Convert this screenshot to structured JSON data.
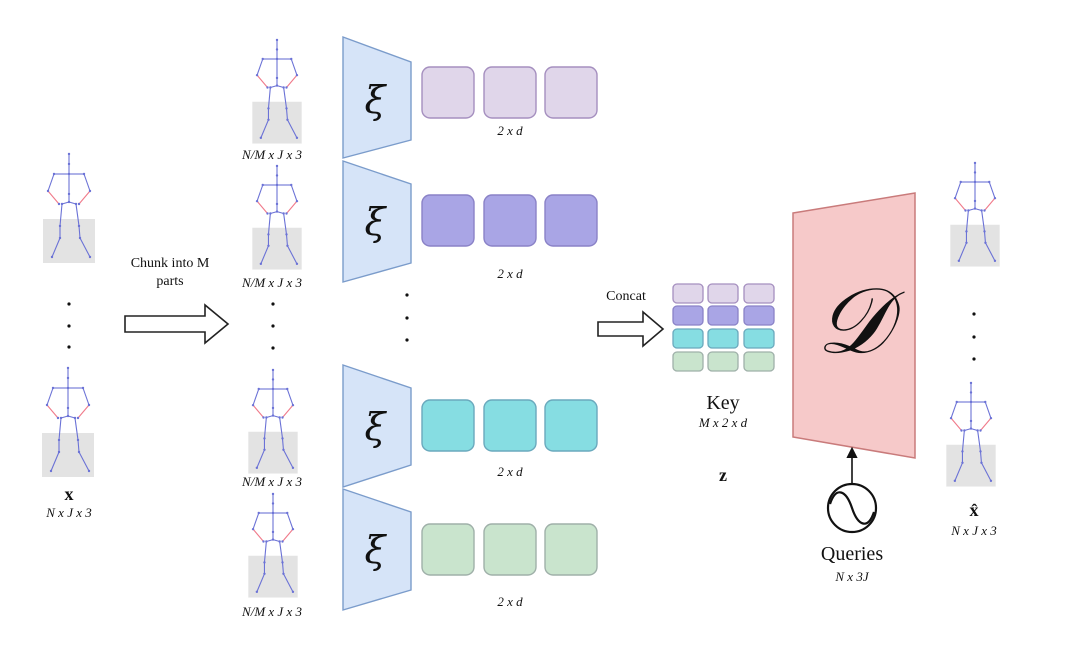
{
  "diagram": {
    "input": {
      "symbol": "x",
      "shape": "N x J x 3"
    },
    "chunk_step": {
      "label_line1": "Chunk into M",
      "label_line2": "parts"
    },
    "parts": [
      {
        "shape": "N/M x J x 3",
        "encoder_symbol": "ξ",
        "token_shape": "2 x d",
        "token_color": "#e0d6ea",
        "token_border": "#a58fbf"
      },
      {
        "shape": "N/M x J x 3",
        "encoder_symbol": "ξ",
        "token_shape": "2 x d",
        "token_color": "#a9a5e5",
        "token_border": "#8a82c7"
      },
      {
        "shape": "N/M x J x 3",
        "encoder_symbol": "ξ",
        "token_shape": "2 x d",
        "token_color": "#86dde2",
        "token_border": "#6aa9bd"
      },
      {
        "shape": "N/M x J x 3",
        "encoder_symbol": "ξ",
        "token_shape": "2 x d",
        "token_color": "#c9e4cd",
        "token_border": "#9fb0a9"
      }
    ],
    "concat": {
      "label": "Concat"
    },
    "key": {
      "label": "Key",
      "shape": "M x 2 x d",
      "symbol": "z"
    },
    "decoder": {
      "symbol": "𝒟"
    },
    "queries": {
      "label": "Queries",
      "shape": "N x 3J"
    },
    "output": {
      "symbol": "x̂",
      "shape": "N x J x 3"
    },
    "colors": {
      "encoder_fill": "#d6e4f8",
      "encoder_stroke": "#7b9ccb",
      "decoder_fill": "#f6c9c9",
      "decoder_stroke": "#c97b7b",
      "skeleton_blue": "#6b72d6",
      "skeleton_red": "#f07a8a",
      "lower_body_box": "#e3e3e3"
    }
  }
}
